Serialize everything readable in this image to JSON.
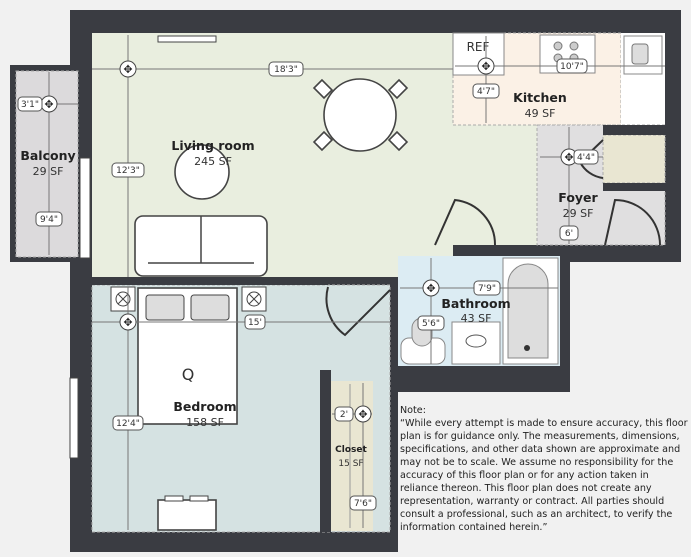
{
  "rooms": {
    "living_room": {
      "name": "Living room",
      "area": "245 SF"
    },
    "kitchen": {
      "name": "Kitchen",
      "area": "49 SF"
    },
    "foyer": {
      "name": "Foyer",
      "area": "29 SF"
    },
    "balcony": {
      "name": "Balcony",
      "area": "29 SF"
    },
    "bathroom": {
      "name": "Bathroom",
      "area": "43 SF"
    },
    "bedroom": {
      "name": "Bedroom",
      "area": "158 SF"
    },
    "closet": {
      "name": "Closet",
      "area": "15 SF"
    }
  },
  "dimensions": {
    "living_width": "18'3\"",
    "living_depth": "12'3\"",
    "balcony_width": "3'1\"",
    "balcony_depth": "9'4\"",
    "kitchen_width": "10'7\"",
    "kitchen_depth": "4'7\"",
    "foyer_width": "4'4\"",
    "foyer_depth": "6'",
    "bathroom_width": "7'9\"",
    "bathroom_depth": "5'6\"",
    "bedroom_width": "15'",
    "bedroom_depth": "12'4\"",
    "closet_width": "2'",
    "closet_depth": "7'6\""
  },
  "fixtures": {
    "refrigerator": "REF",
    "bed_size": "Q"
  },
  "note": {
    "title": "Note:",
    "text": "“While every attempt is made to ensure accuracy, this floor plan is for guidance only. The measurements, dimensions, specifications, and other data shown are approximate and may not be to scale.  We assume no responsibility for the accuracy of this floor plan or for any action taken in reliance thereon. This floor plan does not create any representation, warranty or contract. All parties should consult a professional, such as an architect, to verify the information contained herein.”"
  },
  "colors": {
    "wall": "#3a3c42",
    "living": "#e9eedf",
    "kitchen": "#fbf1e6",
    "foyer": "#e0dfe0",
    "bedroom": "#d5e2e2",
    "bathroom": "#dcecf3",
    "closet": "#e9e6d2",
    "balcony": "#dcdadc"
  }
}
